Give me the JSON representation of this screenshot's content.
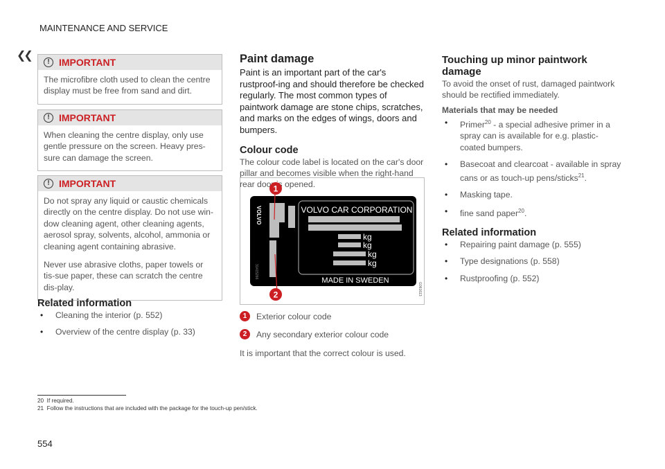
{
  "header": {
    "title": "MAINTENANCE AND SERVICE",
    "back_icon": "double-chevron-left-icon"
  },
  "page_number": "554",
  "column1": {
    "important_boxes": [
      {
        "title": "IMPORTANT",
        "paragraphs": [
          "The microfibre cloth used to clean the centre display must be free from sand and dirt."
        ]
      },
      {
        "title": "IMPORTANT",
        "paragraphs": [
          "When cleaning the centre display, only use gentle pressure on the screen. Heavy pres-sure can damage the screen."
        ]
      },
      {
        "title": "IMPORTANT",
        "paragraphs": [
          "Do not spray any liquid or caustic chemicals directly on the centre display. Do not use win-dow cleaning agent, other cleaning agents, aerosol spray, solvents, alcohol, ammonia or cleaning agent containing abrasive.",
          "Never use abrasive cloths, paper towels or tis-sue paper, these can scratch the centre dis-play."
        ]
      }
    ],
    "related_heading": "Related information",
    "related_items": [
      "Cleaning the interior (p. 552)",
      "Overview of the centre display (p. 33)"
    ]
  },
  "column2": {
    "heading": "Paint damage",
    "intro": "Paint is an important part of the car's rustproof-ing and should therefore be checked regularly. The most common types of paintwork damage are stone chips, scratches, and marks on the edges of wings, doors and bumpers.",
    "subheading": "Colour code",
    "colour_code_text": "The colour code label is located on the car's door pillar and becomes visible when the right-hand rear door is opened.",
    "figure": {
      "brand_vertical": "VOLVO",
      "corp": "VOLVO CAR CORPORATION",
      "units": [
        "kg",
        "kg",
        "kg",
        "kg"
      ],
      "made_in": "MADE IN SWEDEN",
      "part_code": "31415266",
      "image_code": "G061613",
      "callouts": [
        "1",
        "2"
      ]
    },
    "legend": [
      {
        "num": "1",
        "text": "Exterior colour code"
      },
      {
        "num": "2",
        "text": "Any secondary exterior colour code"
      }
    ],
    "closing": "It is important that the correct colour is used."
  },
  "column3": {
    "heading": "Touching up minor paintwork damage",
    "intro": "To avoid the onset of rust, damaged paintwork should be rectified immediately.",
    "materials_heading": "Materials that may be needed",
    "materials": [
      {
        "text": "Primer",
        "sup": "20",
        "rest": " - a special adhesive primer in a spray can is available for e.g. plastic-coated bumpers."
      },
      {
        "text": "Basecoat and clearcoat - available in spray cans or as touch-up pens/sticks",
        "sup": "21",
        "rest": "."
      },
      {
        "text": "Masking tape.",
        "sup": "",
        "rest": ""
      },
      {
        "text": "fine sand paper",
        "sup": "20",
        "rest": "."
      }
    ],
    "related_heading": "Related information",
    "related_items": [
      "Repairing paint damage (p. 555)",
      "Type designations (p. 558)",
      "Rustproofing (p. 552)"
    ]
  },
  "footnotes": [
    {
      "num": "20",
      "text": "If required."
    },
    {
      "num": "21",
      "text": "Follow the instructions that are included with the package for the touch-up pen/stick."
    }
  ],
  "colors": {
    "important_red": "#cc1f24",
    "box_header_grey": "#e4e4e4"
  }
}
